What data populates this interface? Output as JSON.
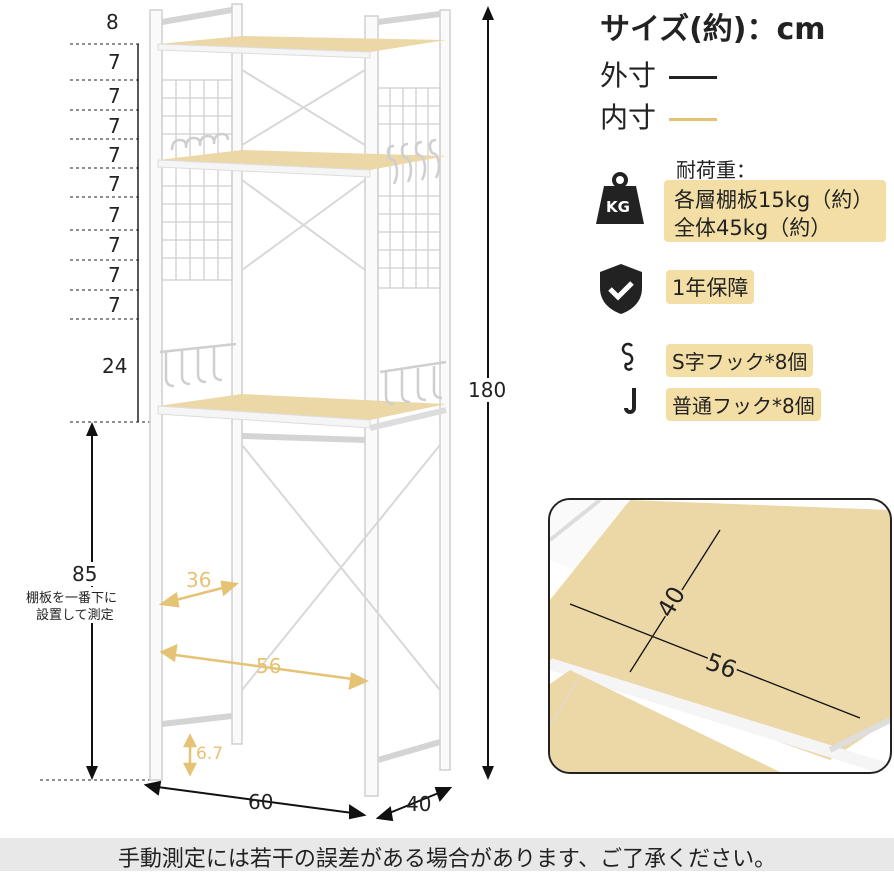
{
  "legend": {
    "title": "サイズ(約)：cm",
    "outer": "外寸",
    "inner": "内寸",
    "outer_color": "#222222",
    "inner_color": "#e6c274"
  },
  "features": {
    "load_title": "耐荷重：",
    "load_line1": "各層棚板15kg（約）",
    "load_line2": "全体45kg（約）",
    "warranty": "1年保障",
    "s_hook": "S字フック*8個",
    "hook": "普通フック*8個",
    "kg_badge": "KG"
  },
  "dimensions": {
    "top": "8",
    "gap7": [
      "7",
      "7",
      "7",
      "7",
      "7",
      "7",
      "7",
      "7",
      "7"
    ],
    "gap24": "24",
    "height": "180",
    "clearance": "85",
    "clearance_note_1": "棚板を一番下に",
    "clearance_note_2": "設置して測定",
    "inner_depth": "36",
    "inner_width": "56",
    "foot": "6.7",
    "outer_width": "60",
    "outer_depth": "40"
  },
  "inset": {
    "depth": "40",
    "width": "56"
  },
  "footer": {
    "note": "手動測定には若干の誤差がある場合があります、ご了承ください。"
  }
}
